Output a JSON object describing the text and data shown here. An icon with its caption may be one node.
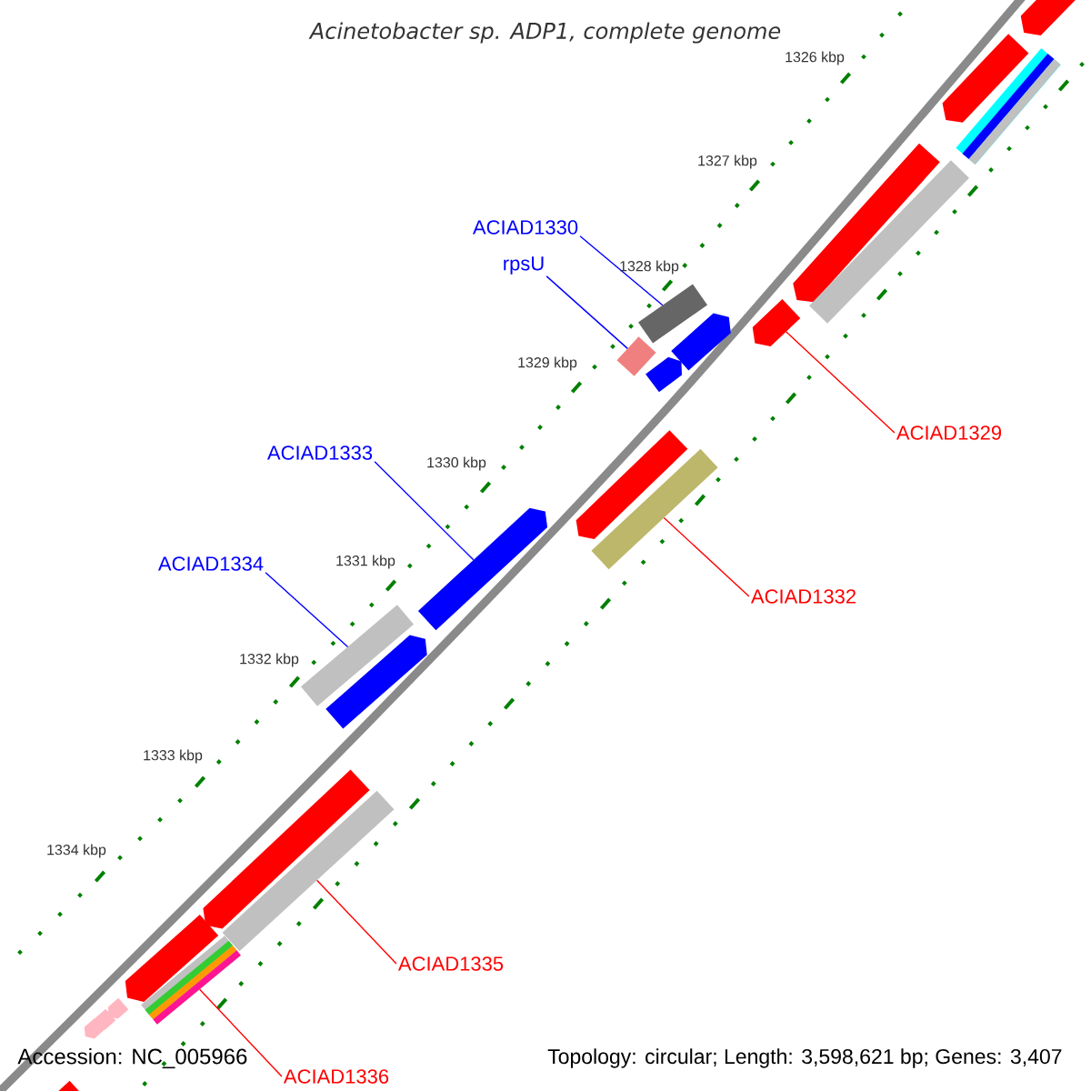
{
  "diagram": {
    "title": "Acinetobacter sp. ADP1, complete genome",
    "nodes": [
      {
        "text": [
          "ACIAD1330"
        ]
      },
      {
        "text": [
          "rpsU"
        ]
      },
      {
        "text": [
          "ACIAD1333"
        ]
      },
      {
        "text": [
          "ACIAD1334"
        ]
      },
      {
        "text": [
          "ACIAD1329"
        ]
      },
      {
        "text": [
          "ACIAD1332"
        ]
      },
      {
        "text": [
          "ACIAD1335"
        ]
      },
      {
        "text": [
          "ACIAD1336"
        ]
      },
      {
        "text": [],
        "shape": "bar"
      },
      {
        "text": [],
        "shape": "bar"
      },
      {
        "text": [],
        "shape": "arrow"
      },
      {
        "text": [],
        "shape": "bar"
      },
      {
        "text": [],
        "shape": "arrow"
      },
      {
        "text": [],
        "shape": "bar"
      },
      {
        "text": [],
        "shape": "bar"
      },
      {
        "text": [],
        "shape": "bar"
      },
      {
        "text": [],
        "shape": "arrow"
      },
      {
        "text": [],
        "shape": "arrow"
      },
      {
        "text": [],
        "shape": "bar"
      },
      {
        "text": [],
        "shape": "arrow"
      },
      {
        "text": [],
        "shape": "bar"
      },
      {
        "text": [],
        "shape": "arrow"
      },
      {
        "text": [],
        "shape": "arrow"
      },
      {
        "text": [],
        "shape": "arrow"
      },
      {
        "text": [],
        "shape": "arrow"
      },
      {
        "text": [],
        "shape": "arrow"
      },
      {
        "text": [],
        "shape": "arrow"
      },
      {
        "text": [],
        "shape": "arrow"
      },
      {
        "text": [],
        "shape": "arrow"
      },
      {
        "text": [],
        "shape": "arrow"
      },
      {
        "text": [],
        "shape": "arrow"
      }
    ],
    "edges": [
      {
        "from": 0,
        "to": 8,
        "arrow": "none",
        "color": "#0000ff"
      },
      {
        "from": 1,
        "to": 9,
        "arrow": "none",
        "color": "#0000ff"
      },
      {
        "from": 2,
        "to": 10,
        "arrow": "none",
        "color": "#0000ff"
      },
      {
        "from": 3,
        "to": 11,
        "arrow": "none",
        "color": "#0000ff"
      },
      {
        "from": 4,
        "to": 12,
        "arrow": "none",
        "color": "#ff0000"
      },
      {
        "from": 5,
        "to": 13,
        "arrow": "none",
        "color": "#ff0000"
      },
      {
        "from": 6,
        "to": 14,
        "arrow": "none",
        "color": "#ff0000"
      },
      {
        "from": 7,
        "to": 15,
        "arrow": "none",
        "color": "#ff0000"
      }
    ],
    "labels": [
      "1326 kbp",
      "1327 kbp",
      "1328 kbp",
      "1329 kbp",
      "1330 kbp",
      "1331 kbp",
      "1332 kbp",
      "1333 kbp",
      "1334 kbp",
      "Accession: NC_005966",
      "Topology: circular; Length: 3,598,621 bp; Genes: 3,407"
    ]
  }
}
